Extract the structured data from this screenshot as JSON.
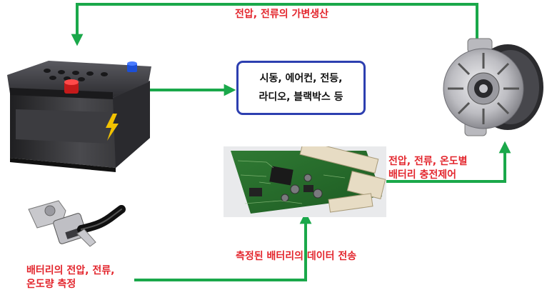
{
  "labels": {
    "top_feedback": "전압, 전류의 가변생산",
    "alternator_control_line1": "전압, 전류, 온도별",
    "alternator_control_line2": "배터리 충전제어",
    "data_transmission": "측정된 배터리의 데이터 전송",
    "sensor_measure_line1": "배터리의 전압, 전류,",
    "sensor_measure_line2": "온도량 측정"
  },
  "loads_box": {
    "line1": "시동, 에어컨, 전등,",
    "line2": "라디오, 블랙박스 등"
  },
  "colors": {
    "arrow_green": "#1aa84a",
    "label_red": "#e3262d",
    "box_border": "#2d3fb0"
  },
  "icons": [
    "car-battery-icon",
    "battery-sensor-clamp-icon",
    "control-circuit-board-icon",
    "alternator-icon"
  ]
}
